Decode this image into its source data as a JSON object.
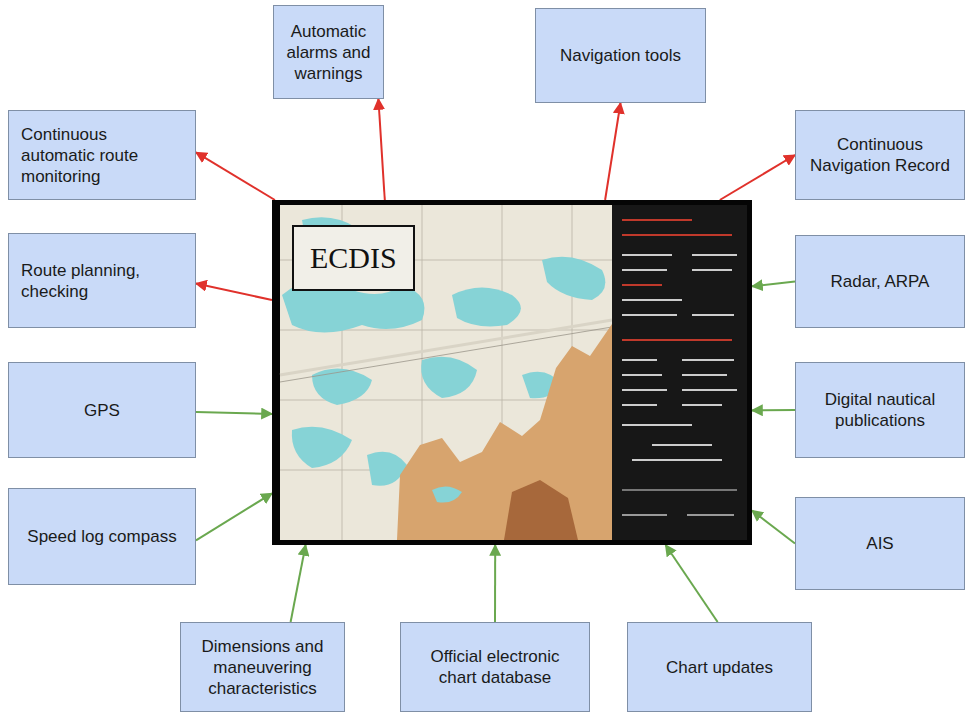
{
  "diagram": {
    "nodes": [
      {
        "text": [
          "Automatic alarms and warnings"
        ]
      },
      {
        "text": [
          "Navigation tools"
        ]
      },
      {
        "text": [
          "Continuous automatic route monitoring"
        ]
      },
      {
        "text": [
          "Continuous Navigation Record"
        ]
      },
      {
        "text": [
          "ECDIS"
        ]
      },
      {
        "text": [
          "Route planning, checking"
        ]
      },
      {
        "text": [
          "Radar, ARPA"
        ]
      },
      {
        "text": [
          "GPS"
        ]
      },
      {
        "text": [
          "Digital nautical publications"
        ]
      },
      {
        "text": [
          "Speed log compass"
        ]
      },
      {
        "text": [
          "AIS"
        ]
      },
      {
        "text": [
          "Dimensions and maneuvering characteristics"
        ]
      },
      {
        "text": [
          "Official electronic chart database"
        ]
      },
      {
        "text": [
          "Chart updates"
        ]
      }
    ],
    "edges": [
      {
        "from": 4,
        "to": 2,
        "arrow": "to"
      },
      {
        "from": 4,
        "to": 0,
        "arrow": "to"
      },
      {
        "from": 4,
        "to": 1,
        "arrow": "to"
      },
      {
        "from": 4,
        "to": 3,
        "arrow": "to"
      },
      {
        "from": 4,
        "to": 5,
        "arrow": "to"
      },
      {
        "from": 6,
        "to": 4,
        "arrow": "to"
      },
      {
        "from": 7,
        "to": 4,
        "arrow": "to"
      },
      {
        "from": 8,
        "to": 4,
        "arrow": "to"
      },
      {
        "from": 9,
        "to": 4,
        "arrow": "to"
      },
      {
        "from": 10,
        "to": 4,
        "arrow": "to"
      },
      {
        "from": 11,
        "to": 4,
        "arrow": "to"
      },
      {
        "from": 12,
        "to": 4,
        "arrow": "to"
      },
      {
        "from": 13,
        "to": 4,
        "arrow": "to"
      }
    ]
  }
}
